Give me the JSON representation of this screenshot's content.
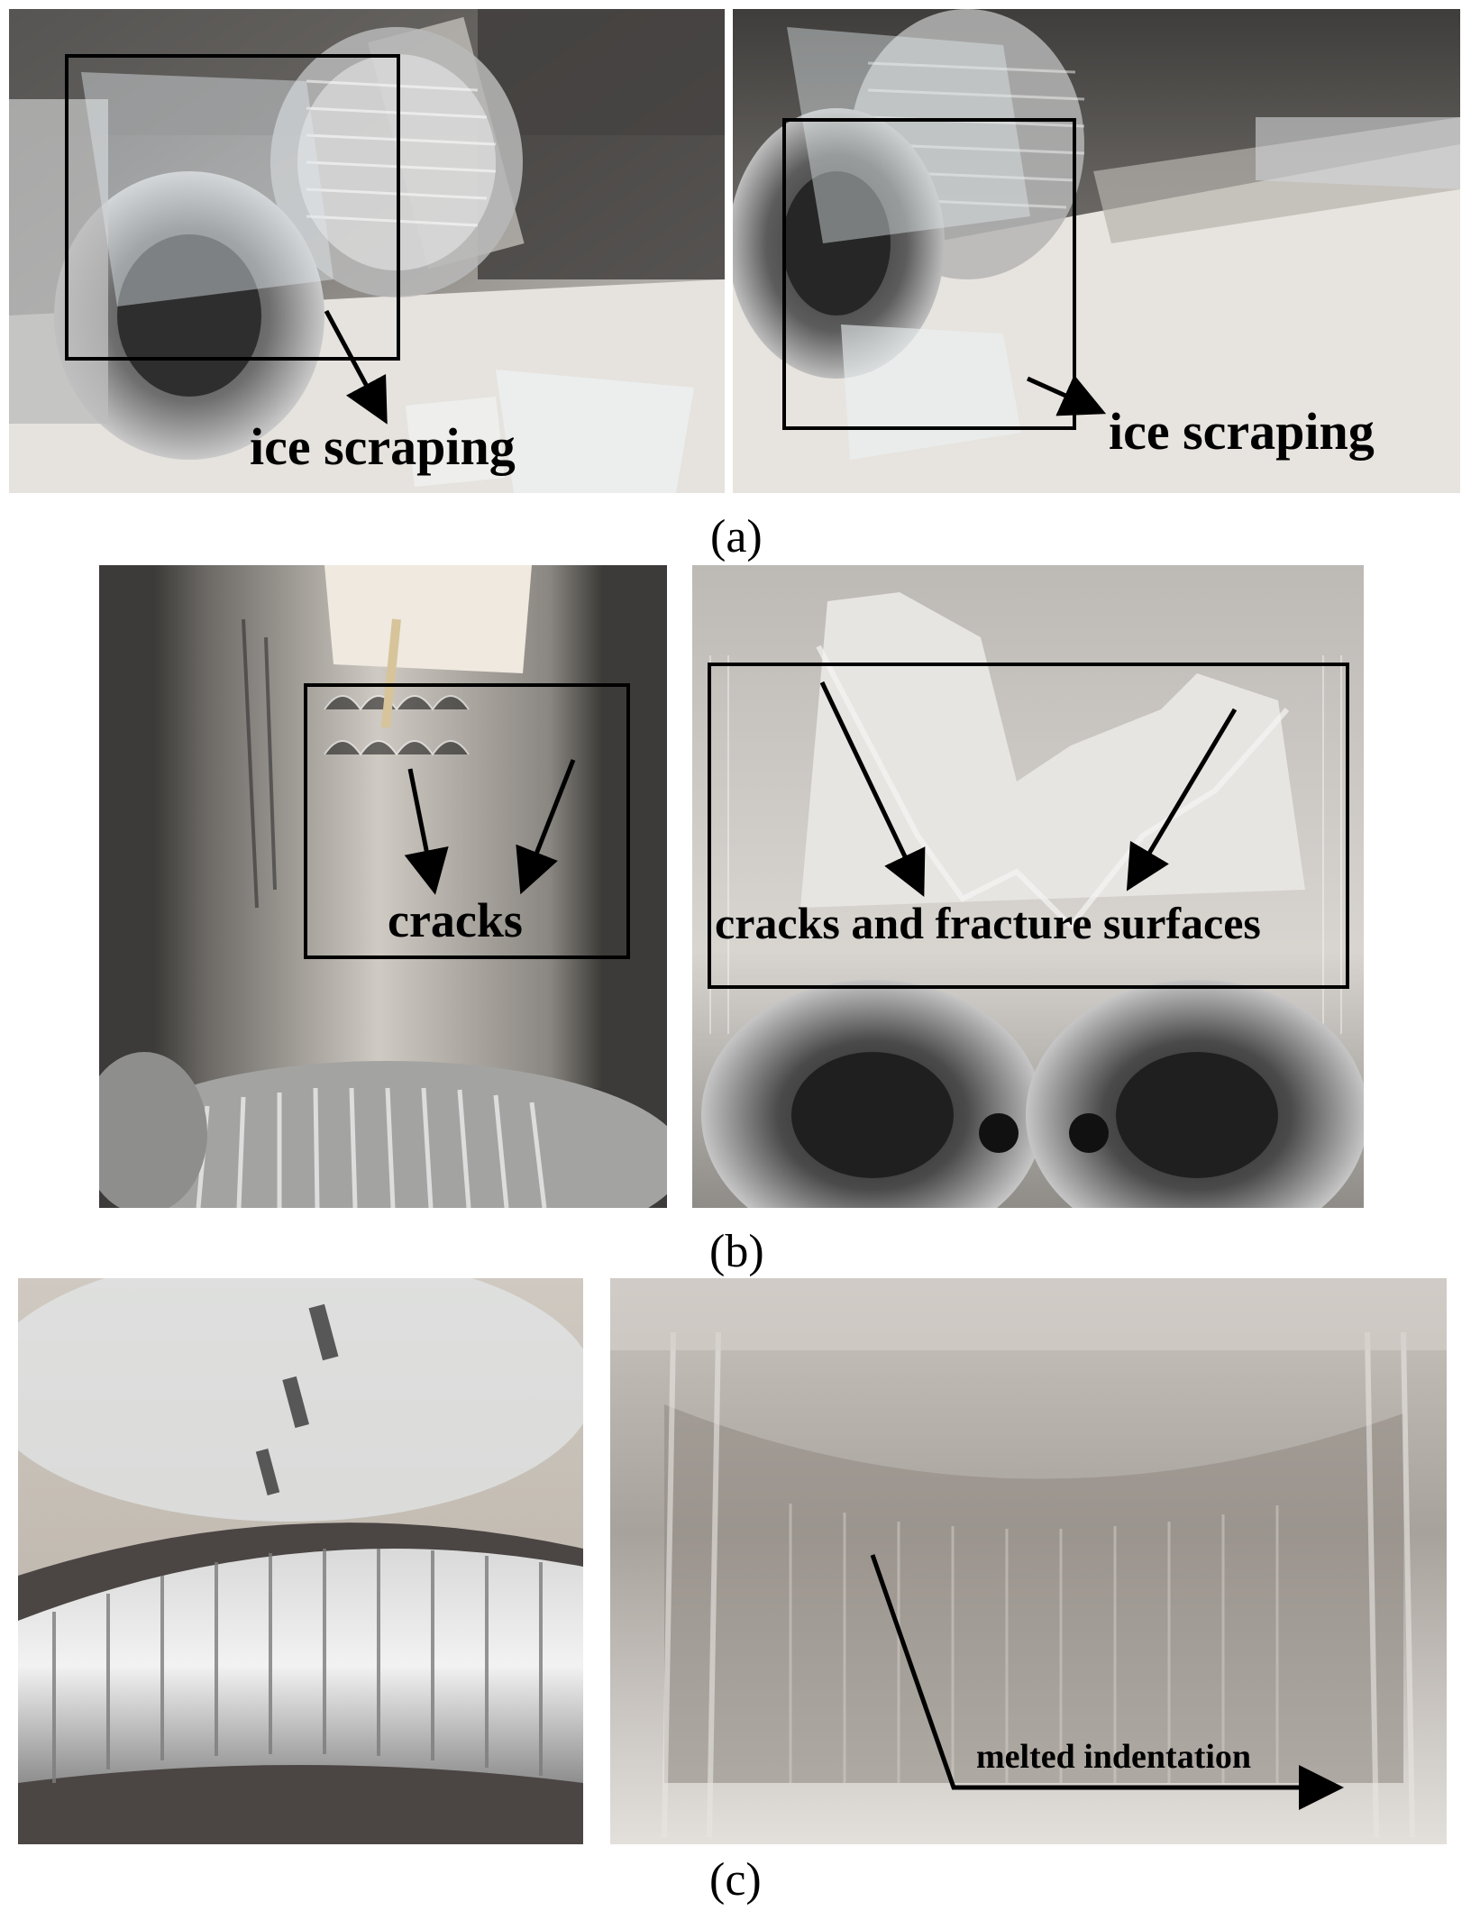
{
  "panels": {
    "a": {
      "caption": "(a)",
      "left_label": "ice scraping",
      "right_label": "ice scraping"
    },
    "b": {
      "caption": "(b)",
      "left_label": "cracks",
      "right_label": "cracks and fracture surfaces"
    },
    "c": {
      "caption": "(c)",
      "right_label": "melted indentation"
    }
  },
  "colors": {
    "background": "#ffffff",
    "annotation": "#000000"
  }
}
